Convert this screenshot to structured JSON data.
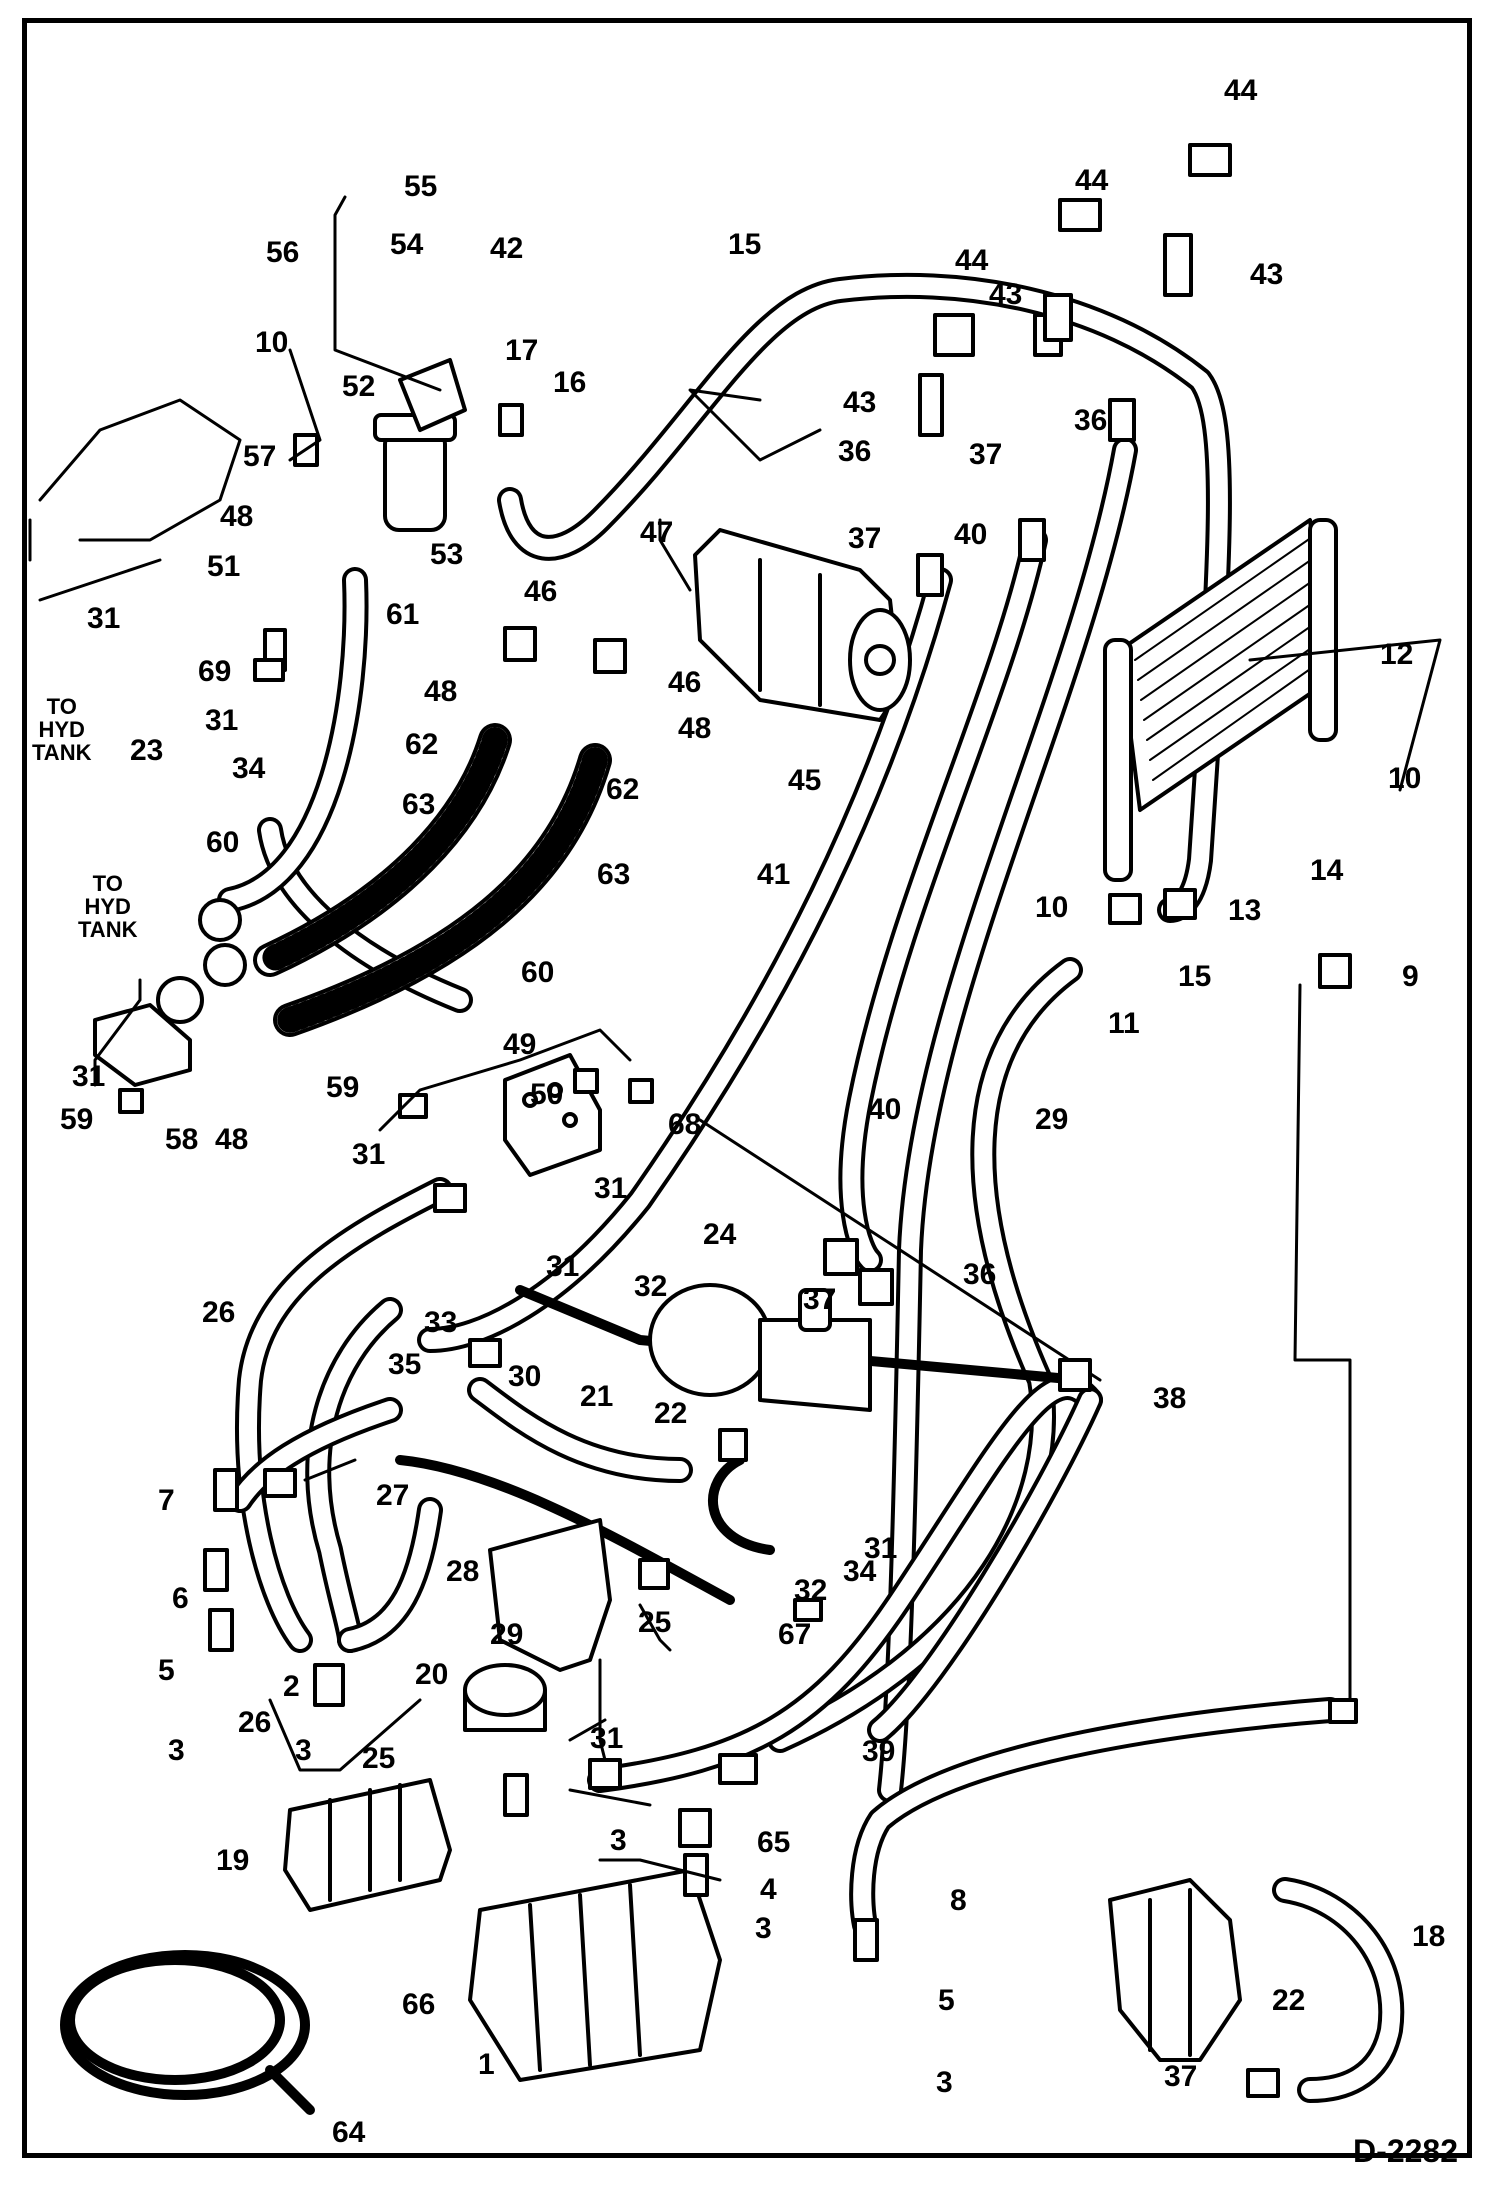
{
  "drawing_code": "D-2282",
  "notes": {
    "to_hyd_tank_upper": "TO\nHYD\nTANK",
    "to_hyd_tank_lower": "TO\nHYD\nTANK"
  },
  "callouts": [
    {
      "id": "c1",
      "text": "1"
    },
    {
      "id": "c2",
      "text": "2"
    },
    {
      "id": "c3a",
      "text": "3"
    },
    {
      "id": "c3b",
      "text": "3"
    },
    {
      "id": "c3c",
      "text": "3"
    },
    {
      "id": "c3d",
      "text": "3"
    },
    {
      "id": "c3e",
      "text": "3"
    },
    {
      "id": "c4",
      "text": "4"
    },
    {
      "id": "c5a",
      "text": "5"
    },
    {
      "id": "c5b",
      "text": "5"
    },
    {
      "id": "c6",
      "text": "6"
    },
    {
      "id": "c7",
      "text": "7"
    },
    {
      "id": "c8",
      "text": "8"
    },
    {
      "id": "c9",
      "text": "9"
    },
    {
      "id": "c10a",
      "text": "10"
    },
    {
      "id": "c10b",
      "text": "10"
    },
    {
      "id": "c10c",
      "text": "10"
    },
    {
      "id": "c11",
      "text": "11"
    },
    {
      "id": "c12",
      "text": "12"
    },
    {
      "id": "c13",
      "text": "13"
    },
    {
      "id": "c14",
      "text": "14"
    },
    {
      "id": "c15a",
      "text": "15"
    },
    {
      "id": "c15b",
      "text": "15"
    },
    {
      "id": "c16",
      "text": "16"
    },
    {
      "id": "c17",
      "text": "17"
    },
    {
      "id": "c18",
      "text": "18"
    },
    {
      "id": "c19",
      "text": "19"
    },
    {
      "id": "c20",
      "text": "20"
    },
    {
      "id": "c21",
      "text": "21"
    },
    {
      "id": "c22a",
      "text": "22"
    },
    {
      "id": "c22b",
      "text": "22"
    },
    {
      "id": "c23",
      "text": "23"
    },
    {
      "id": "c24",
      "text": "24"
    },
    {
      "id": "c25a",
      "text": "25"
    },
    {
      "id": "c25b",
      "text": "25"
    },
    {
      "id": "c26a",
      "text": "26"
    },
    {
      "id": "c26b",
      "text": "26"
    },
    {
      "id": "c27",
      "text": "27"
    },
    {
      "id": "c28",
      "text": "28"
    },
    {
      "id": "c29a",
      "text": "29"
    },
    {
      "id": "c29b",
      "text": "29"
    },
    {
      "id": "c30",
      "text": "30"
    },
    {
      "id": "c31a",
      "text": "31"
    },
    {
      "id": "c31b",
      "text": "31"
    },
    {
      "id": "c31c",
      "text": "31"
    },
    {
      "id": "c31d",
      "text": "31"
    },
    {
      "id": "c31e",
      "text": "31"
    },
    {
      "id": "c31f",
      "text": "31"
    },
    {
      "id": "c31g",
      "text": "31"
    },
    {
      "id": "c31h",
      "text": "31"
    },
    {
      "id": "c32a",
      "text": "32"
    },
    {
      "id": "c32b",
      "text": "32"
    },
    {
      "id": "c33",
      "text": "33"
    },
    {
      "id": "c34a",
      "text": "34"
    },
    {
      "id": "c34b",
      "text": "34"
    },
    {
      "id": "c35",
      "text": "35"
    },
    {
      "id": "c36a",
      "text": "36"
    },
    {
      "id": "c36b",
      "text": "36"
    },
    {
      "id": "c36c",
      "text": "36"
    },
    {
      "id": "c37a",
      "text": "37"
    },
    {
      "id": "c37b",
      "text": "37"
    },
    {
      "id": "c37c",
      "text": "37"
    },
    {
      "id": "c37d",
      "text": "37"
    },
    {
      "id": "c38",
      "text": "38"
    },
    {
      "id": "c39",
      "text": "39"
    },
    {
      "id": "c40a",
      "text": "40"
    },
    {
      "id": "c40b",
      "text": "40"
    },
    {
      "id": "c41",
      "text": "41"
    },
    {
      "id": "c42",
      "text": "42"
    },
    {
      "id": "c43a",
      "text": "43"
    },
    {
      "id": "c43b",
      "text": "43"
    },
    {
      "id": "c43c",
      "text": "43"
    },
    {
      "id": "c44a",
      "text": "44"
    },
    {
      "id": "c44b",
      "text": "44"
    },
    {
      "id": "c44c",
      "text": "44"
    },
    {
      "id": "c45",
      "text": "45"
    },
    {
      "id": "c46a",
      "text": "46"
    },
    {
      "id": "c46b",
      "text": "46"
    },
    {
      "id": "c47",
      "text": "47"
    },
    {
      "id": "c48a",
      "text": "48"
    },
    {
      "id": "c48b",
      "text": "48"
    },
    {
      "id": "c48c",
      "text": "48"
    },
    {
      "id": "c48d",
      "text": "48"
    },
    {
      "id": "c49",
      "text": "49"
    },
    {
      "id": "c50",
      "text": "50"
    },
    {
      "id": "c51",
      "text": "51"
    },
    {
      "id": "c52",
      "text": "52"
    },
    {
      "id": "c53",
      "text": "53"
    },
    {
      "id": "c54",
      "text": "54"
    },
    {
      "id": "c55",
      "text": "55"
    },
    {
      "id": "c56",
      "text": "56"
    },
    {
      "id": "c57",
      "text": "57"
    },
    {
      "id": "c58",
      "text": "58"
    },
    {
      "id": "c59a",
      "text": "59"
    },
    {
      "id": "c59b",
      "text": "59"
    },
    {
      "id": "c60a",
      "text": "60"
    },
    {
      "id": "c60b",
      "text": "60"
    },
    {
      "id": "c61",
      "text": "61"
    },
    {
      "id": "c62a",
      "text": "62"
    },
    {
      "id": "c62b",
      "text": "62"
    },
    {
      "id": "c63a",
      "text": "63"
    },
    {
      "id": "c63b",
      "text": "63"
    },
    {
      "id": "c64",
      "text": "64"
    },
    {
      "id": "c65",
      "text": "65"
    },
    {
      "id": "c66",
      "text": "66"
    },
    {
      "id": "c67",
      "text": "67"
    },
    {
      "id": "c68",
      "text": "68"
    },
    {
      "id": "c69",
      "text": "69"
    }
  ]
}
